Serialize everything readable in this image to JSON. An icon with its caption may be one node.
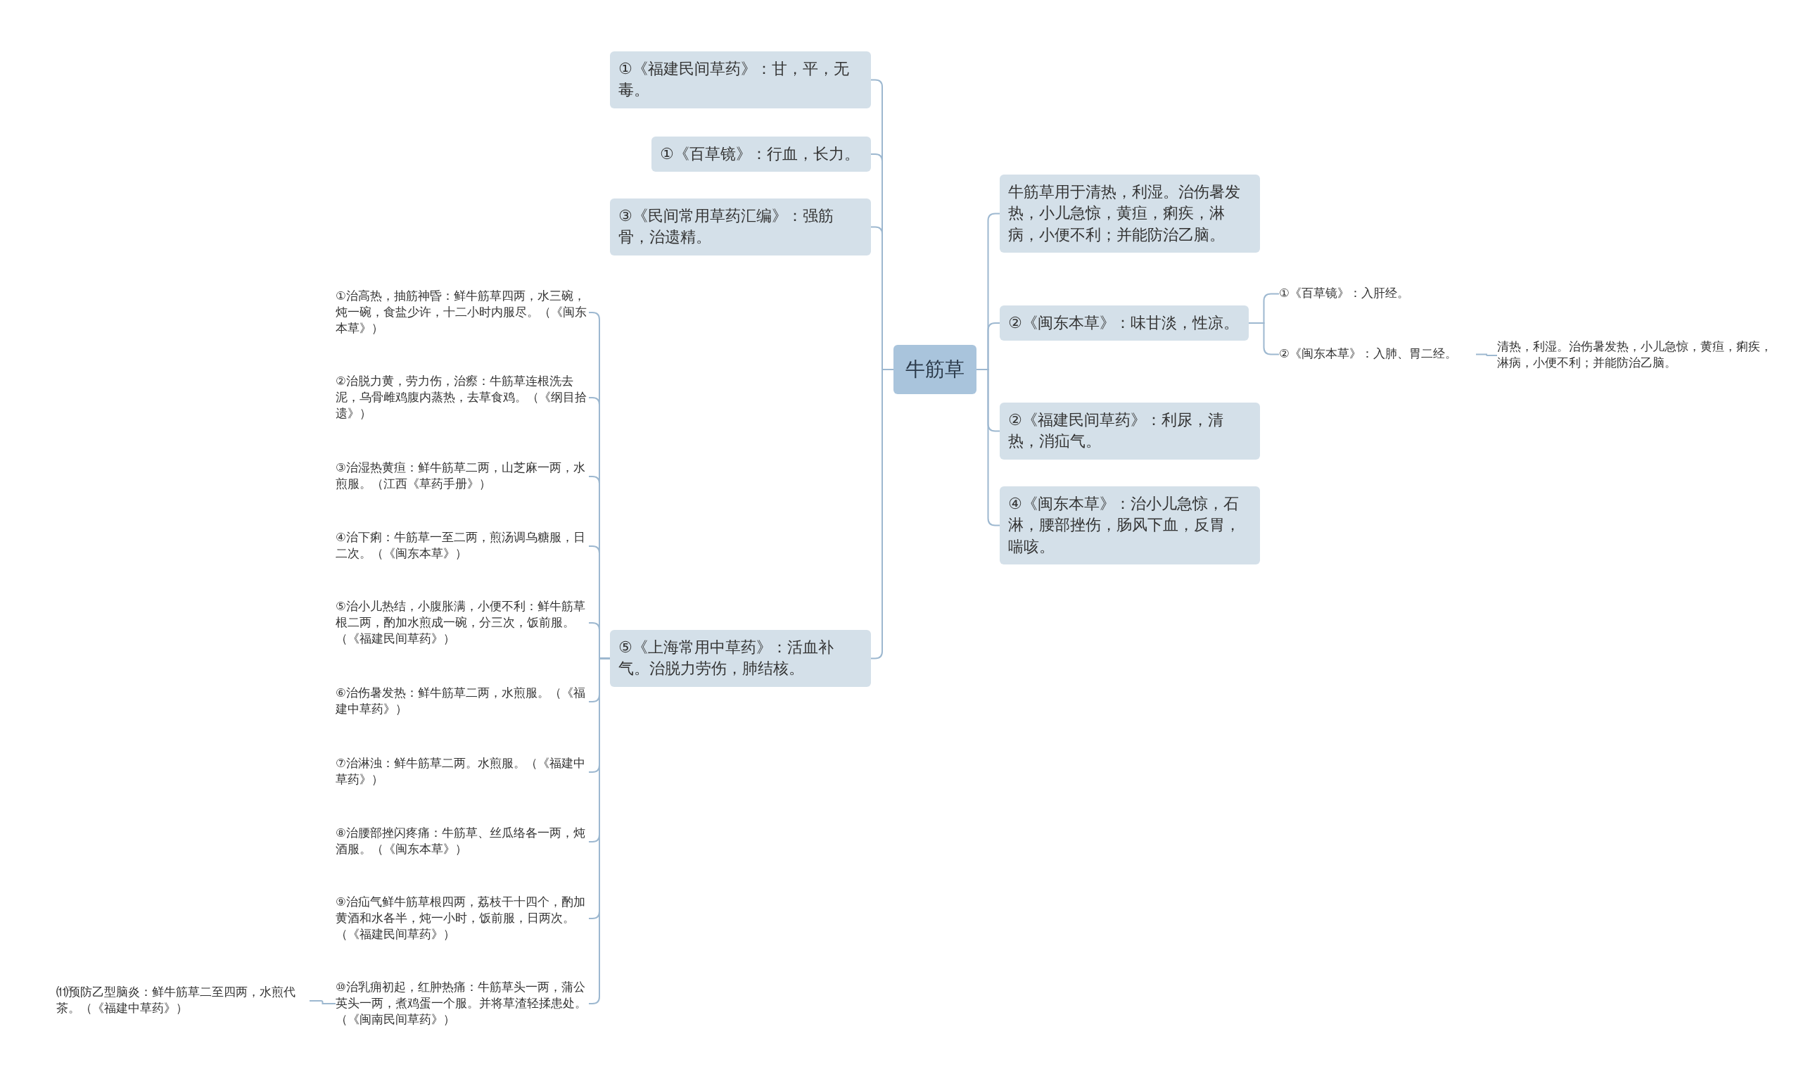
{
  "diagram": {
    "nodes": [
      {
        "text": [
          "牛筋草"
        ]
      },
      {
        "text": [
          "①《福建民间草药》：甘，平，无毒。"
        ]
      },
      {
        "text": [
          "①《百草镜》：行血，长力。"
        ]
      },
      {
        "text": [
          "③《民间常用草药汇编》：强筋骨，治遗精。"
        ]
      },
      {
        "text": [
          "⑤《上海常用中草药》：活血补气。治脱力劳伤，肺结核。"
        ]
      },
      {
        "text": [
          "①治高热，抽筋神昏：鲜牛筋草四两，水三碗，炖一碗，食盐少许，十二小时内服尽。（《闽东本草》）"
        ]
      },
      {
        "text": [
          "②治脱力黄，劳力伤，治瘵：牛筋草连根洗去泥，乌骨雌鸡腹内蒸热，去草食鸡。（《纲目拾遗》）"
        ]
      },
      {
        "text": [
          "③治湿热黄疸：鲜牛筋草二两，山芝麻一两，水煎服。（江西《草药手册》）"
        ]
      },
      {
        "text": [
          "④治下痢：牛筋草一至二两，煎汤调乌糖服，日二次。（《闽东本草》）"
        ]
      },
      {
        "text": [
          "⑤治小儿热结，小腹胀满，小便不利：鲜牛筋草根二两，酌加水煎成一碗，分三次，饭前服。（《福建民间草药》）"
        ]
      },
      {
        "text": [
          "⑥治伤暑发热：鲜牛筋草二两，水煎服。（《福建中草药》）"
        ]
      },
      {
        "text": [
          "⑦治淋浊：鲜牛筋草二两。水煎服。（《福建中草药》）"
        ]
      },
      {
        "text": [
          "⑧治腰部挫闪疼痛：牛筋草、丝瓜络各一两，炖酒服。（《闽东本草》）"
        ]
      },
      {
        "text": [
          "⑨治疝气鲜牛筋草根四两，荔枝干十四个，酌加黄酒和水各半，炖一小时，饭前服，日两次。（《福建民间草药》）"
        ]
      },
      {
        "text": [
          "⑩治乳痈初起，红肿热痛：牛筋草头一两，蒲公英头一两，煮鸡蛋一个服。并将草渣轻揉患处。（《闽南民间草药》）"
        ]
      },
      {
        "text": [
          "⑾预防乙型脑炎：鲜牛筋草二至四两，水煎代茶。（《福建中草药》）"
        ]
      },
      {
        "text": [
          "牛筋草用于清热，利湿。治伤暑发热，小儿急惊，黄疸，痢疾，淋病，小便不利；并能防治乙脑。"
        ]
      },
      {
        "text": [
          "②《闽东本草》：味甘淡，性凉。"
        ]
      },
      {
        "text": [
          "①《百草镜》：入肝经。"
        ]
      },
      {
        "text": [
          "②《闽东本草》：入肺、胃二经。"
        ]
      },
      {
        "text": [
          "清热，利湿。治伤暑发热，小儿急惊，黄疸，痢疾，淋病，小便不利；并能防治乙脑。"
        ]
      },
      {
        "text": [
          "②《福建民间草药》：利尿，清热，消疝气。"
        ]
      },
      {
        "text": [
          "④《闽东本草》：治小儿急惊，石淋，腰部挫伤，肠风下血，反胃，喘咳。"
        ]
      }
    ],
    "edges": [
      {
        "from": 0,
        "to": 1,
        "arrow": "none"
      },
      {
        "from": 0,
        "to": 2,
        "arrow": "none"
      },
      {
        "from": 0,
        "to": 3,
        "arrow": "none"
      },
      {
        "from": 0,
        "to": 4,
        "arrow": "none"
      },
      {
        "from": 4,
        "to": 5,
        "arrow": "none"
      },
      {
        "from": 4,
        "to": 6,
        "arrow": "none"
      },
      {
        "from": 4,
        "to": 7,
        "arrow": "none"
      },
      {
        "from": 4,
        "to": 8,
        "arrow": "none"
      },
      {
        "from": 4,
        "to": 9,
        "arrow": "none"
      },
      {
        "from": 4,
        "to": 10,
        "arrow": "none"
      },
      {
        "from": 4,
        "to": 11,
        "arrow": "none"
      },
      {
        "from": 4,
        "to": 12,
        "arrow": "none"
      },
      {
        "from": 4,
        "to": 13,
        "arrow": "none"
      },
      {
        "from": 4,
        "to": 14,
        "arrow": "none"
      },
      {
        "from": 14,
        "to": 15,
        "arrow": "none"
      },
      {
        "from": 0,
        "to": 16,
        "arrow": "none"
      },
      {
        "from": 0,
        "to": 17,
        "arrow": "none"
      },
      {
        "from": 0,
        "to": 21,
        "arrow": "none"
      },
      {
        "from": 0,
        "to": 22,
        "arrow": "none"
      },
      {
        "from": 17,
        "to": 18,
        "arrow": "none"
      },
      {
        "from": 17,
        "to": 19,
        "arrow": "none"
      },
      {
        "from": 19,
        "to": 20,
        "arrow": "none"
      }
    ]
  }
}
